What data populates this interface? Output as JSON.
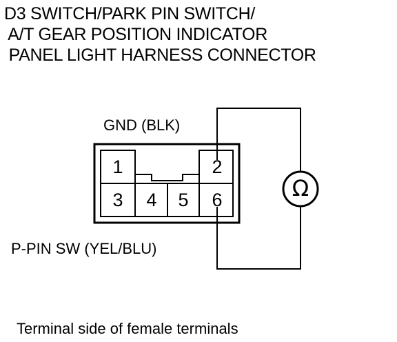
{
  "title": {
    "line1": "D3 SWITCH/PARK PIN SWITCH/",
    "line2": " A/T GEAR POSITION INDICATOR",
    "line3": " PANEL LIGHT HARNESS CONNECTOR"
  },
  "labels": {
    "gnd": "GND (BLK)",
    "ppin": "P-PIN SW (YEL/BLU)"
  },
  "connector": {
    "pins": [
      "1",
      "2",
      "3",
      "4",
      "5",
      "6"
    ]
  },
  "meter": {
    "symbol": "Ω",
    "icon": "ohmmeter-icon"
  },
  "footer": "Terminal side of female terminals"
}
